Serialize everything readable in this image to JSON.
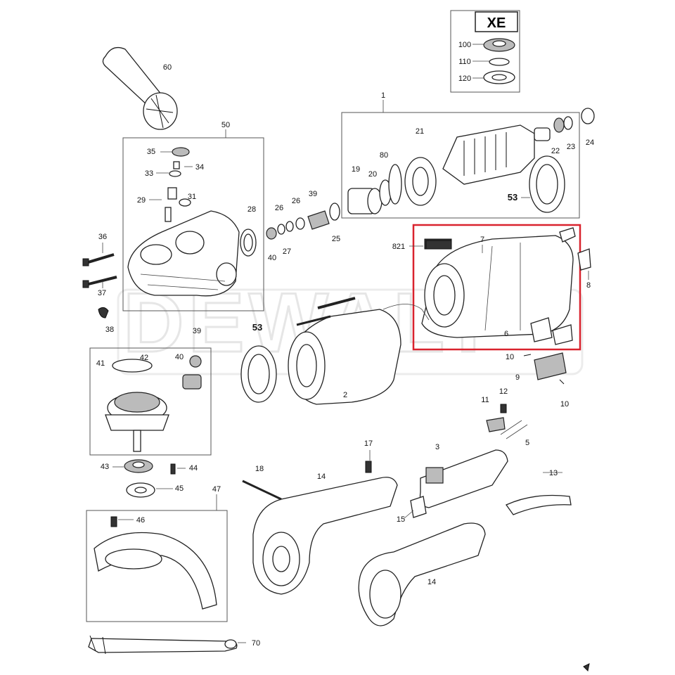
{
  "inset": {
    "title": "XE",
    "labels": [
      "100",
      "110",
      "120"
    ]
  },
  "callouts": [
    "1",
    "2",
    "3",
    "5",
    "6",
    "7",
    "8",
    "9",
    "10",
    "10",
    "11",
    "12",
    "13",
    "14",
    "14",
    "15",
    "17",
    "18",
    "19",
    "20",
    "21",
    "22",
    "23",
    "24",
    "25",
    "26",
    "26",
    "27",
    "28",
    "29",
    "31",
    "33",
    "34",
    "35",
    "36",
    "37",
    "38",
    "39",
    "39",
    "40",
    "40",
    "41",
    "42",
    "43",
    "44",
    "45",
    "46",
    "47",
    "50",
    "53",
    "53",
    "60",
    "70",
    "80",
    "821"
  ],
  "watermark": "DEWALT",
  "highlight_color": "#d9232e"
}
